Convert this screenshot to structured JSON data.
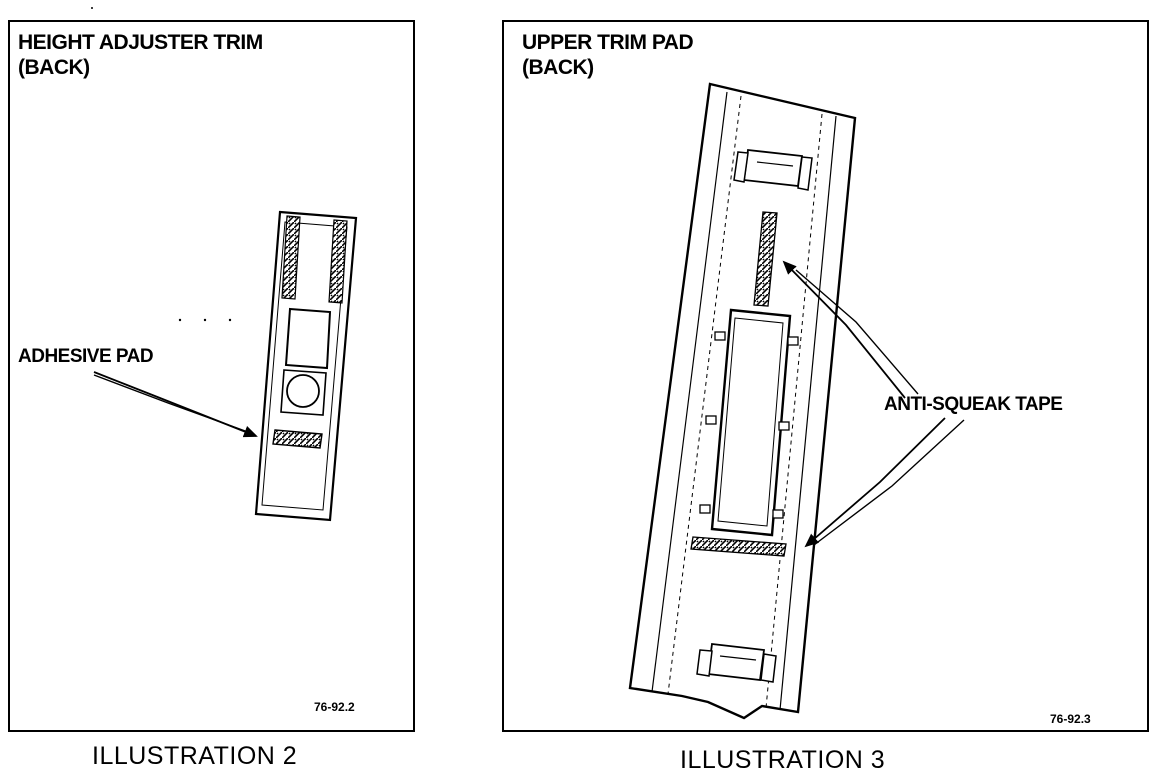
{
  "illustration_2": {
    "title_line1": "HEIGHT ADJUSTER TRIM",
    "title_line2": "(BACK)",
    "callout": "ADHESIVE PAD",
    "figure_code": "76-92.2",
    "caption": "ILLUSTRATION 2"
  },
  "illustration_3": {
    "title_line1": "UPPER TRIM PAD",
    "title_line2": "(BACK)",
    "callout": "ANTI-SQUEAK TAPE",
    "figure_code": "76-92.3",
    "caption": "ILLUSTRATION 3"
  }
}
